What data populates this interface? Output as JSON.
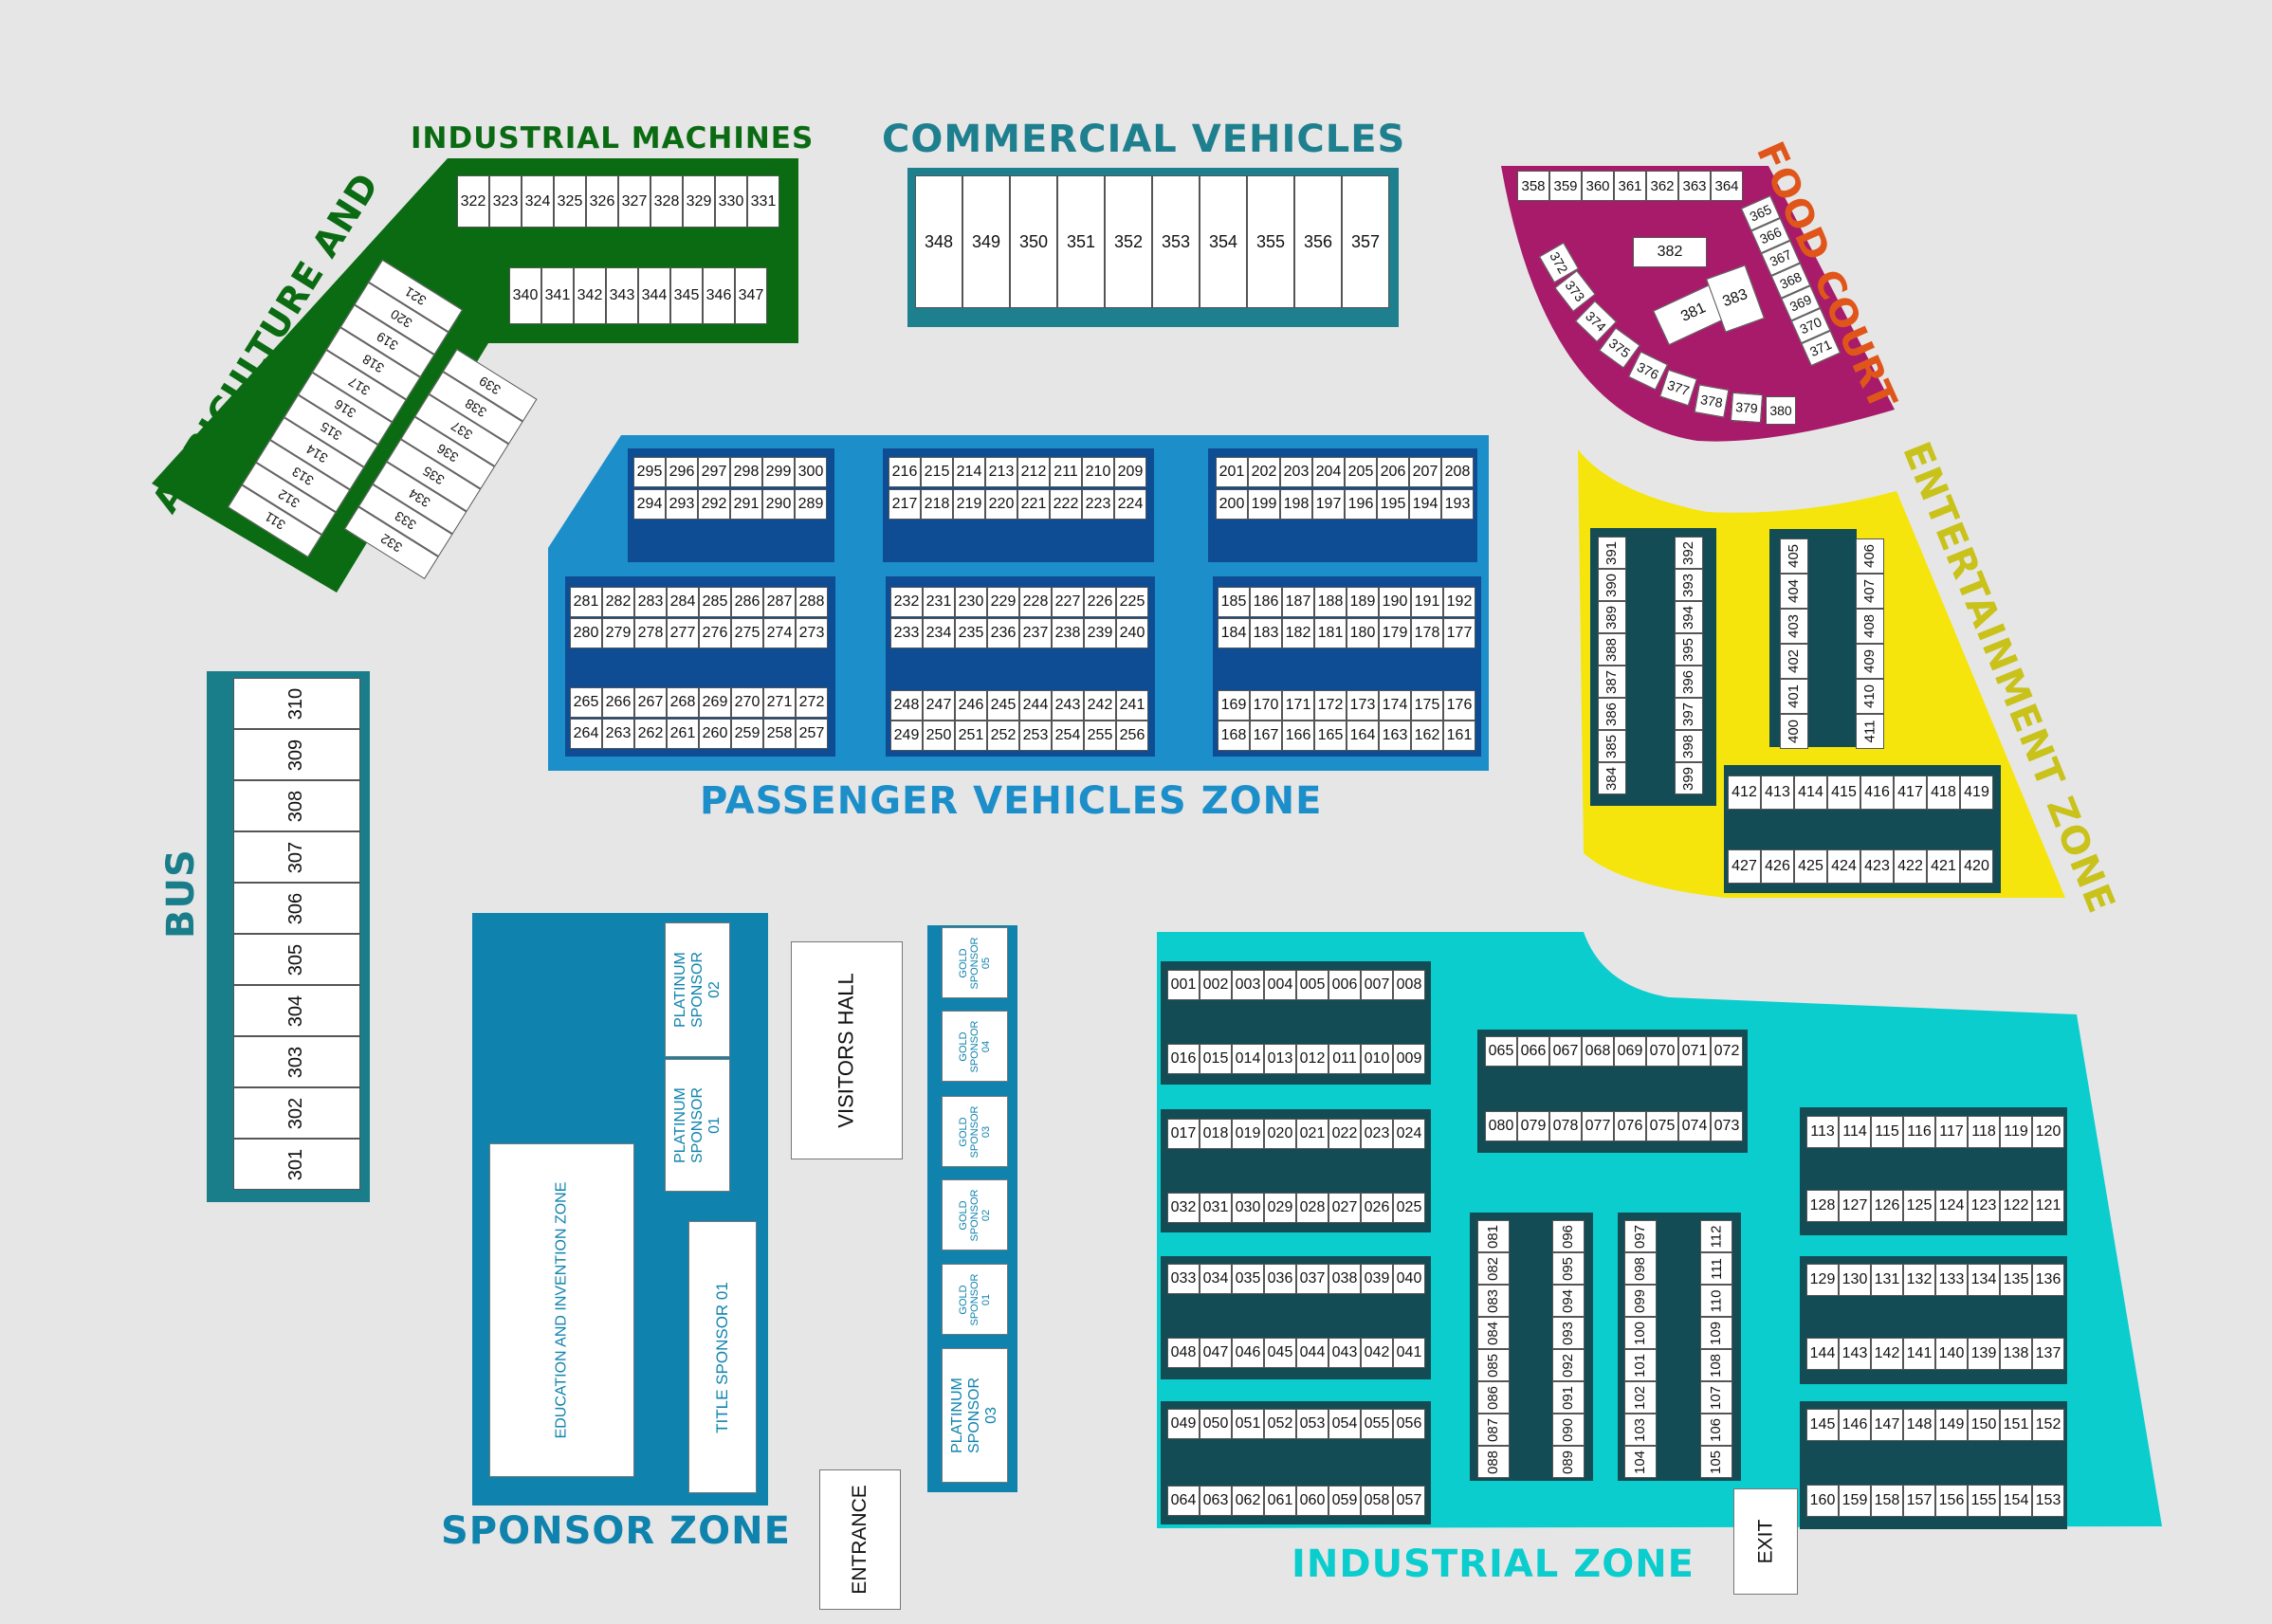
{
  "zones": {
    "agriculture": "AGRICULTURE AND",
    "industrial_machines": "INDUSTRIAL MACHINES",
    "commercial": "COMMERCIAL VEHICLES",
    "food_court": "FOOD COURT",
    "entertainment": "ENTERTAINMENT ZONE",
    "passenger": "PASSENGER VEHICLES ZONE",
    "bus": "BUS",
    "sponsor": "SPONSOR ZONE",
    "industrial": "INDUSTRIAL ZONE"
  },
  "special": {
    "visitors_hall": "VISITORS HALL",
    "entrance": "ENTRANCE",
    "exit": "EXIT",
    "education": "EDUCATION AND INVENTION ZONE",
    "title_sponsor": "TITLE SPONSOR 01",
    "platinum_02": "PLATINUM SPONSOR 02",
    "platinum_01": "PLATINUM SPONSOR 01",
    "platinum_03": "PLATINUM SPONSOR 03",
    "gold_05": "GOLD SPONSOR 05",
    "gold_04": "GOLD SPONSOR 04",
    "gold_03": "GOLD SPONSOR 03",
    "gold_02": "GOLD SPONSOR 02",
    "gold_01": "GOLD SPONSOR 01"
  },
  "colors": {
    "background": "#e6e6e6",
    "agriculture": "#0b6b13",
    "commercial": "#1e7f8e",
    "food_court": "#a71b6a",
    "entertainment_fill": "#f5e50c",
    "entertainment_text": "#c9c21a",
    "passenger_outer": "#1c8ec9",
    "passenger_block": "#0e4d94",
    "passenger_text": "#1c8ec9",
    "bus": "#1a7d8a",
    "sponsor": "#0f83ad",
    "industrial_fill": "#0bcdcd",
    "industrial_block": "#134c55",
    "food_text": "#e0561a"
  },
  "stalls": {
    "commercial": [
      "348",
      "349",
      "350",
      "351",
      "352",
      "353",
      "354",
      "355",
      "356",
      "357"
    ],
    "machines_top": [
      "322",
      "323",
      "324",
      "325",
      "326",
      "327",
      "328",
      "329",
      "330",
      "331"
    ],
    "machines_mid": [
      "340",
      "341",
      "342",
      "343",
      "344",
      "345",
      "346",
      "347"
    ],
    "agri_diag_a": [
      "311",
      "312",
      "313",
      "314",
      "315",
      "316",
      "317",
      "318",
      "319",
      "320",
      "321"
    ],
    "agri_diag_b": [
      "332",
      "333",
      "334",
      "335",
      "336",
      "337",
      "338",
      "339"
    ],
    "bus": [
      "310",
      "309",
      "308",
      "307",
      "306",
      "305",
      "304",
      "303",
      "302",
      "301"
    ],
    "food_top": [
      "358",
      "359",
      "360",
      "361",
      "362",
      "363",
      "364"
    ],
    "food_right": [
      "365",
      "366",
      "367",
      "368",
      "369",
      "370",
      "371"
    ],
    "food_arc": [
      "372",
      "373",
      "374",
      "375",
      "376",
      "377",
      "378",
      "379",
      "380"
    ],
    "food_center": [
      "382",
      "381",
      "383"
    ],
    "pv_a1": [
      "295",
      "296",
      "297",
      "298",
      "299",
      "300"
    ],
    "pv_a2": [
      "294",
      "293",
      "292",
      "291",
      "290",
      "289"
    ],
    "pv_b1": [
      "216",
      "215",
      "214",
      "213",
      "212",
      "211",
      "210",
      "209"
    ],
    "pv_b2": [
      "217",
      "218",
      "219",
      "220",
      "221",
      "222",
      "223",
      "224"
    ],
    "pv_c1": [
      "201",
      "202",
      "203",
      "204",
      "205",
      "206",
      "207",
      "208"
    ],
    "pv_c2": [
      "200",
      "199",
      "198",
      "197",
      "196",
      "195",
      "194",
      "193"
    ],
    "pv_d1": [
      "281",
      "282",
      "283",
      "284",
      "285",
      "286",
      "287",
      "288"
    ],
    "pv_d2": [
      "280",
      "279",
      "278",
      "277",
      "276",
      "275",
      "274",
      "273"
    ],
    "pv_d3": [
      "265",
      "266",
      "267",
      "268",
      "269",
      "270",
      "271",
      "272"
    ],
    "pv_d4": [
      "264",
      "263",
      "262",
      "261",
      "260",
      "259",
      "258",
      "257"
    ],
    "pv_e1": [
      "232",
      "231",
      "230",
      "229",
      "228",
      "227",
      "226",
      "225"
    ],
    "pv_e2": [
      "233",
      "234",
      "235",
      "236",
      "237",
      "238",
      "239",
      "240"
    ],
    "pv_e3": [
      "248",
      "247",
      "246",
      "245",
      "244",
      "243",
      "242",
      "241"
    ],
    "pv_e4": [
      "249",
      "250",
      "251",
      "252",
      "253",
      "254",
      "255",
      "256"
    ],
    "pv_f1": [
      "185",
      "186",
      "187",
      "188",
      "189",
      "190",
      "191",
      "192"
    ],
    "pv_f2": [
      "184",
      "183",
      "182",
      "181",
      "180",
      "179",
      "178",
      "177"
    ],
    "pv_f3": [
      "169",
      "170",
      "171",
      "172",
      "173",
      "174",
      "175",
      "176"
    ],
    "pv_f4": [
      "168",
      "167",
      "166",
      "165",
      "164",
      "163",
      "162",
      "161"
    ],
    "ent_c1": [
      "391",
      "390",
      "389",
      "388",
      "387",
      "386",
      "385",
      "384"
    ],
    "ent_c2": [
      "392",
      "393",
      "394",
      "395",
      "396",
      "397",
      "398",
      "399"
    ],
    "ent_c3": [
      "405",
      "404",
      "403",
      "402",
      "401",
      "400"
    ],
    "ent_c4": [
      "406",
      "407",
      "408",
      "409",
      "410",
      "411"
    ],
    "ent_r1": [
      "412",
      "413",
      "414",
      "415",
      "416",
      "417",
      "418",
      "419"
    ],
    "ent_r2": [
      "427",
      "426",
      "425",
      "424",
      "423",
      "422",
      "421",
      "420"
    ],
    "in_a1": [
      "001",
      "002",
      "003",
      "004",
      "005",
      "006",
      "007",
      "008"
    ],
    "in_a2": [
      "016",
      "015",
      "014",
      "013",
      "012",
      "011",
      "010",
      "009"
    ],
    "in_b1": [
      "017",
      "018",
      "019",
      "020",
      "021",
      "022",
      "023",
      "024"
    ],
    "in_b2": [
      "032",
      "031",
      "030",
      "029",
      "028",
      "027",
      "026",
      "025"
    ],
    "in_c1": [
      "033",
      "034",
      "035",
      "036",
      "037",
      "038",
      "039",
      "040"
    ],
    "in_c2": [
      "048",
      "047",
      "046",
      "045",
      "044",
      "043",
      "042",
      "041"
    ],
    "in_d1": [
      "049",
      "050",
      "051",
      "052",
      "053",
      "054",
      "055",
      "056"
    ],
    "in_d2": [
      "064",
      "063",
      "062",
      "061",
      "060",
      "059",
      "058",
      "057"
    ],
    "in_e1": [
      "065",
      "066",
      "067",
      "068",
      "069",
      "070",
      "071",
      "072"
    ],
    "in_e2": [
      "080",
      "079",
      "078",
      "077",
      "076",
      "075",
      "074",
      "073"
    ],
    "in_v1": [
      "081",
      "082",
      "083",
      "084",
      "085",
      "086",
      "087",
      "088"
    ],
    "in_v2": [
      "096",
      "095",
      "094",
      "093",
      "092",
      "091",
      "090",
      "089"
    ],
    "in_v3": [
      "097",
      "098",
      "099",
      "100",
      "101",
      "102",
      "103",
      "104"
    ],
    "in_v4": [
      "112",
      "111",
      "110",
      "109",
      "108",
      "107",
      "106",
      "105"
    ],
    "in_f1": [
      "113",
      "114",
      "115",
      "116",
      "117",
      "118",
      "119",
      "120"
    ],
    "in_f2": [
      "128",
      "127",
      "126",
      "125",
      "124",
      "123",
      "122",
      "121"
    ],
    "in_g1": [
      "129",
      "130",
      "131",
      "132",
      "133",
      "134",
      "135",
      "136"
    ],
    "in_g2": [
      "144",
      "143",
      "142",
      "141",
      "140",
      "139",
      "138",
      "137"
    ],
    "in_h1": [
      "145",
      "146",
      "147",
      "148",
      "149",
      "150",
      "151",
      "152"
    ],
    "in_h2": [
      "160",
      "159",
      "158",
      "157",
      "156",
      "155",
      "154",
      "153"
    ]
  }
}
